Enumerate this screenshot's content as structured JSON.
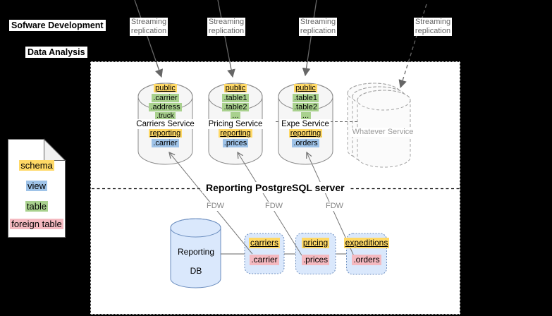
{
  "colors": {
    "schema_highlight": "#ffd966",
    "view_highlight": "#9fc3e8",
    "table_highlight": "#a9d18e",
    "foreign_table_highlight": "#f4b9c0",
    "db_fill": "#dae8fc",
    "db_stroke": "#6c8ebf",
    "line_gray": "#666666"
  },
  "context_labels": {
    "software_development": "Sofware Development",
    "data_analysis": "Data Analysis"
  },
  "legend": {
    "schema": "schema",
    "view": "view",
    "table": "table",
    "foreign_table": "foreign table"
  },
  "replication": {
    "labels": [
      "Streaming replication",
      "Streaming replication",
      "Streaming replication",
      "Streaming replication"
    ]
  },
  "server": {
    "title": "Reporting PostgreSQL server",
    "fdw_1": "FDW",
    "fdw_2": "FDW",
    "fdw_3": "FDW"
  },
  "services": {
    "carriers": {
      "name": "Carriers Service",
      "public_schema": "public",
      "tables": [
        ".carrier",
        ".address",
        ".truck"
      ],
      "reporting_schema": "reporting",
      "reporting_view": ".carrier"
    },
    "pricing": {
      "name": "Pricing Service",
      "public_schema": "public",
      "tables": [
        ".table1",
        ".table2"
      ],
      "ellipsis": "…",
      "reporting_schema": "reporting",
      "reporting_view": ".prices"
    },
    "expe": {
      "name": "Expe Service",
      "public_schema": "public",
      "tables": [
        ".table1",
        ".table2"
      ],
      "ellipsis": "…",
      "reporting_schema": "reporting",
      "reporting_view": ".orders"
    },
    "whatever": {
      "name": "Whatever Service"
    }
  },
  "reporting_db": {
    "name_line1": "Reporting",
    "name_line2": "DB"
  },
  "foreign_schemas": {
    "carriers": {
      "schema": "carriers",
      "foreign_table": ".carrier"
    },
    "pricing": {
      "schema": "pricing",
      "foreign_table": ".prices"
    },
    "expeditions": {
      "schema": "expeditions",
      "foreign_table": ".orders"
    }
  }
}
